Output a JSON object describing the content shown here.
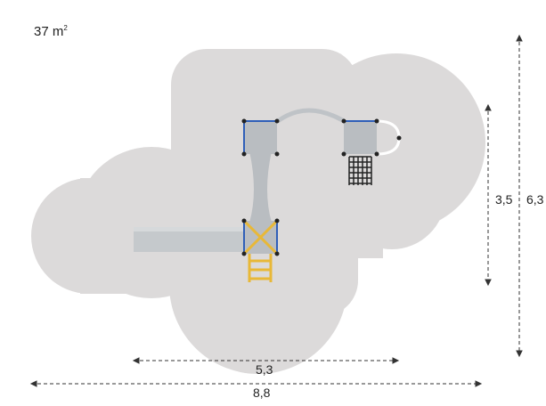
{
  "area": {
    "value": "37 m",
    "unit_sup": "2"
  },
  "dimensions": {
    "width_inner": "5,3",
    "width_outer": "8,8",
    "height_inner": "3,5",
    "height_outer": "6,3"
  },
  "colors": {
    "safety_zone": "#dcdada",
    "platform": "#b9bdc1",
    "rails": "#2f5fb8",
    "ladder": "#e8b838",
    "net": "#222222",
    "dimension_line": "#333333"
  }
}
